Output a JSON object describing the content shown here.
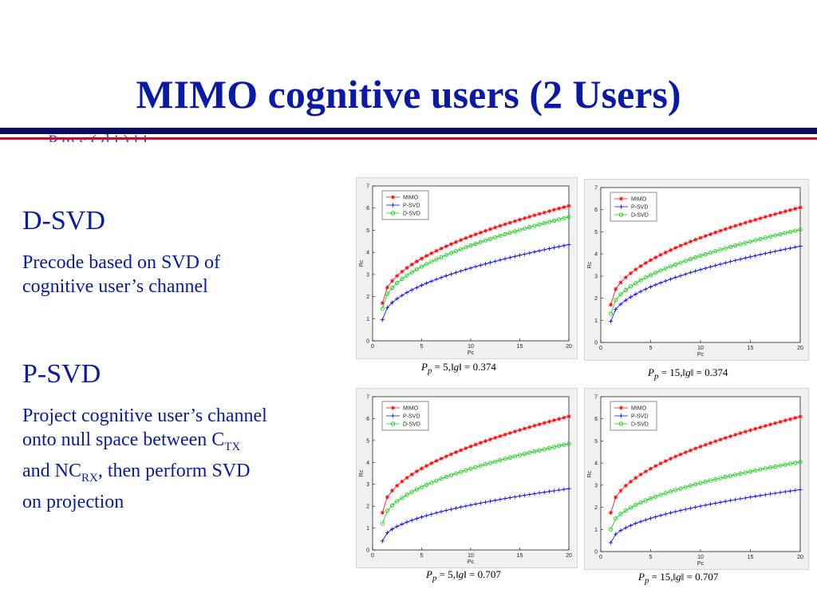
{
  "slide": {
    "title": "MIMO cognitive users (2 Users)",
    "ghost_text": "P m   s ( d   i   ) i i",
    "dsvd": {
      "heading": "D-SVD",
      "line1": "Precode based on SVD of",
      "line2": "cognitive user’s channel"
    },
    "psvd": {
      "heading": "P-SVD",
      "line1": "Project cognitive user’s channel",
      "line2_pre": "onto null space between C",
      "line2_sub": "TX",
      "line3_pre": "and NC",
      "line3_sub": "RX",
      "line3_post": ", then  perform SVD",
      "line4": "on projection"
    },
    "colors": {
      "accent": "#0a1aa6",
      "navy": "#0b0b5c",
      "red": "#c8102e"
    }
  },
  "captions": [
    {
      "pp": "5",
      "g": "0.374"
    },
    {
      "pp": "15",
      "g": "0.374"
    },
    {
      "pp": "5",
      "g": "0.707"
    },
    {
      "pp": "15",
      "g": "0.707"
    }
  ],
  "chart_data": [
    {
      "type": "line",
      "xlabel": "Pc",
      "ylabel": "Rc",
      "xlim": [
        0,
        20
      ],
      "ylim": [
        0,
        7
      ],
      "xticks": [
        0,
        5,
        10,
        15,
        20
      ],
      "yticks": [
        0,
        1,
        2,
        3,
        4,
        5,
        6,
        7
      ],
      "legend": "top-left",
      "series": [
        {
          "name": "MIMO",
          "color": "#ff0000",
          "marker": "star",
          "y1": 1.7,
          "y20": 6.1
        },
        {
          "name": "P-SVD",
          "color": "#0000ff",
          "marker": "plus",
          "y1": 0.95,
          "y20": 4.35
        },
        {
          "name": "D-SVD",
          "color": "#00cc00",
          "marker": "circle",
          "y1": 1.45,
          "y20": 5.6
        }
      ]
    },
    {
      "type": "line",
      "xlabel": "Pc",
      "ylabel": "Rc",
      "xlim": [
        0,
        20
      ],
      "ylim": [
        0,
        7
      ],
      "xticks": [
        0,
        5,
        10,
        15,
        20
      ],
      "yticks": [
        0,
        1,
        2,
        3,
        4,
        5,
        6,
        7
      ],
      "legend": "top-left",
      "series": [
        {
          "name": "MIMO",
          "color": "#ff0000",
          "marker": "star",
          "y1": 1.7,
          "y20": 6.1
        },
        {
          "name": "P-SVD",
          "color": "#0000ff",
          "marker": "plus",
          "y1": 0.95,
          "y20": 4.35
        },
        {
          "name": "D-SVD",
          "color": "#00cc00",
          "marker": "circle",
          "y1": 1.3,
          "y20": 5.1
        }
      ]
    },
    {
      "type": "line",
      "xlabel": "Pc",
      "ylabel": "Rc",
      "xlim": [
        0,
        20
      ],
      "ylim": [
        0,
        7
      ],
      "xticks": [
        0,
        5,
        10,
        15,
        20
      ],
      "yticks": [
        0,
        1,
        2,
        3,
        4,
        5,
        6,
        7
      ],
      "legend": "top-left",
      "series": [
        {
          "name": "MIMO",
          "color": "#ff0000",
          "marker": "star",
          "y1": 1.7,
          "y20": 6.1
        },
        {
          "name": "P-SVD",
          "color": "#0000ff",
          "marker": "plus",
          "y1": 0.4,
          "y20": 2.8
        },
        {
          "name": "D-SVD",
          "color": "#00cc00",
          "marker": "circle",
          "y1": 1.2,
          "y20": 4.85
        }
      ]
    },
    {
      "type": "line",
      "xlabel": "Pc",
      "ylabel": "Rc",
      "xlim": [
        0,
        20
      ],
      "ylim": [
        0,
        7
      ],
      "xticks": [
        0,
        5,
        10,
        15,
        20
      ],
      "yticks": [
        0,
        1,
        2,
        3,
        4,
        5,
        6,
        7
      ],
      "legend": "top-left",
      "series": [
        {
          "name": "MIMO",
          "color": "#ff0000",
          "marker": "star",
          "y1": 1.75,
          "y20": 6.1
        },
        {
          "name": "P-SVD",
          "color": "#0000ff",
          "marker": "plus",
          "y1": 0.4,
          "y20": 2.8
        },
        {
          "name": "D-SVD",
          "color": "#00cc00",
          "marker": "circle",
          "y1": 1.0,
          "y20": 4.05
        }
      ]
    }
  ]
}
